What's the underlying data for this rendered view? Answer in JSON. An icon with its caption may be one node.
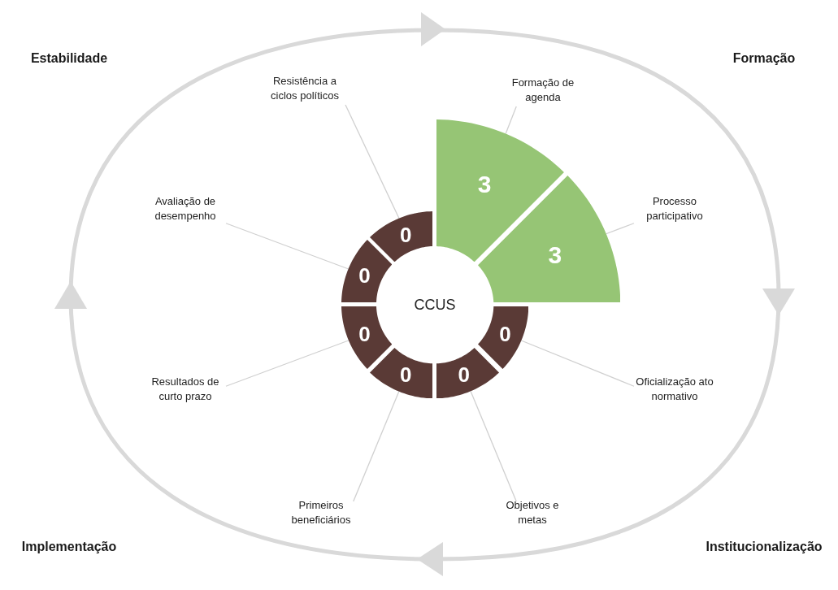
{
  "diagram": {
    "nodes": [
      {
        "text": [
          "CCUS"
        ]
      },
      {
        "text": [
          "3"
        ]
      },
      {
        "text": [
          "3"
        ]
      },
      {
        "text": [
          "0"
        ]
      },
      {
        "text": [
          "0"
        ]
      },
      {
        "text": [
          "0"
        ]
      },
      {
        "text": [
          "0"
        ]
      },
      {
        "text": [
          "0"
        ]
      },
      {
        "text": [
          "0"
        ]
      },
      {
        "text": [
          "Formação de agenda"
        ]
      },
      {
        "text": [
          "Processo participativo"
        ]
      },
      {
        "text": [
          "Oficialização ato normativo"
        ]
      },
      {
        "text": [
          "Objetivos e metas"
        ]
      },
      {
        "text": [
          "Primeiros beneficiários"
        ]
      },
      {
        "text": [
          "Resultados de curto prazo"
        ]
      },
      {
        "text": [
          "Avaliação de desempenho"
        ]
      },
      {
        "text": [
          "Resistência a ciclos políticos"
        ]
      }
    ],
    "edges": [
      {
        "from": 9,
        "to": 1,
        "arrow": "none"
      },
      {
        "from": 10,
        "to": 2,
        "arrow": "none"
      },
      {
        "from": 11,
        "to": 3,
        "arrow": "none"
      },
      {
        "from": 12,
        "to": 4,
        "arrow": "none"
      },
      {
        "from": 13,
        "to": 5,
        "arrow": "none"
      },
      {
        "from": 14,
        "to": 6,
        "arrow": "none"
      },
      {
        "from": 15,
        "to": 7,
        "arrow": "none"
      },
      {
        "from": 16,
        "to": 8,
        "arrow": "none"
      }
    ],
    "labels": [
      "Estabilidade",
      "Formação",
      "Implementação",
      "Institucionalização"
    ]
  }
}
